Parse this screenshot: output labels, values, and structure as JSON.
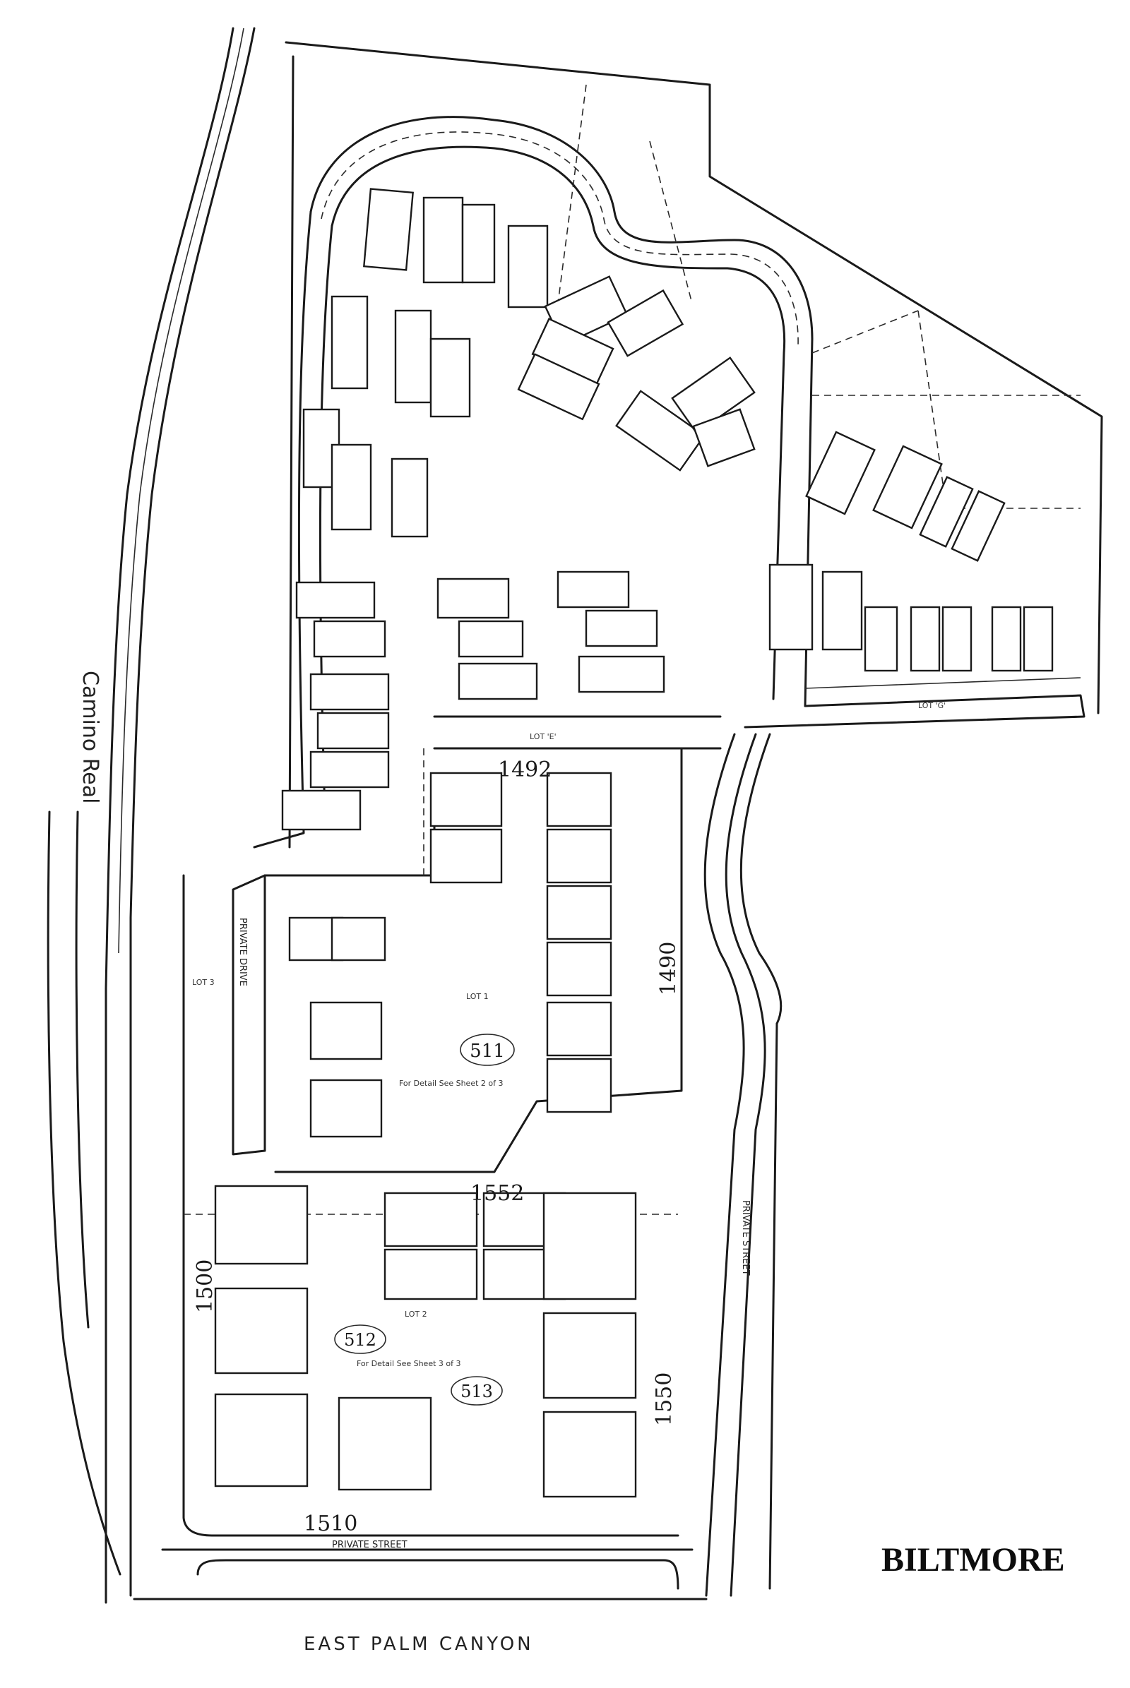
{
  "title": "BILTMORE",
  "roads": {
    "west": "Camino Real",
    "south": "EAST PALM CANYON",
    "private_street_south": "PRIVATE   STREET",
    "private_street_east": "PRIVATE   STREET",
    "private_drive": "PRIVATE   DRIVE"
  },
  "address_numbers": [
    "1492",
    "1490",
    "1552",
    "1500",
    "1550",
    "1510"
  ],
  "parcel_labels": [
    "511",
    "512",
    "513"
  ],
  "lot_labels": {
    "lot1": "LOT 1",
    "lot2": "LOT 2",
    "lot3": "LOT 3",
    "lot_e": "LOT 'E'",
    "lot_g": "LOT 'G'"
  },
  "notes": {
    "detail_sheet_2": "For Detail See Sheet 2 of 3",
    "detail_sheet_3": "For Detail See Sheet 3 of 3"
  },
  "colors": {
    "ink": "#1a1a1a",
    "paper": "#ffffff"
  }
}
